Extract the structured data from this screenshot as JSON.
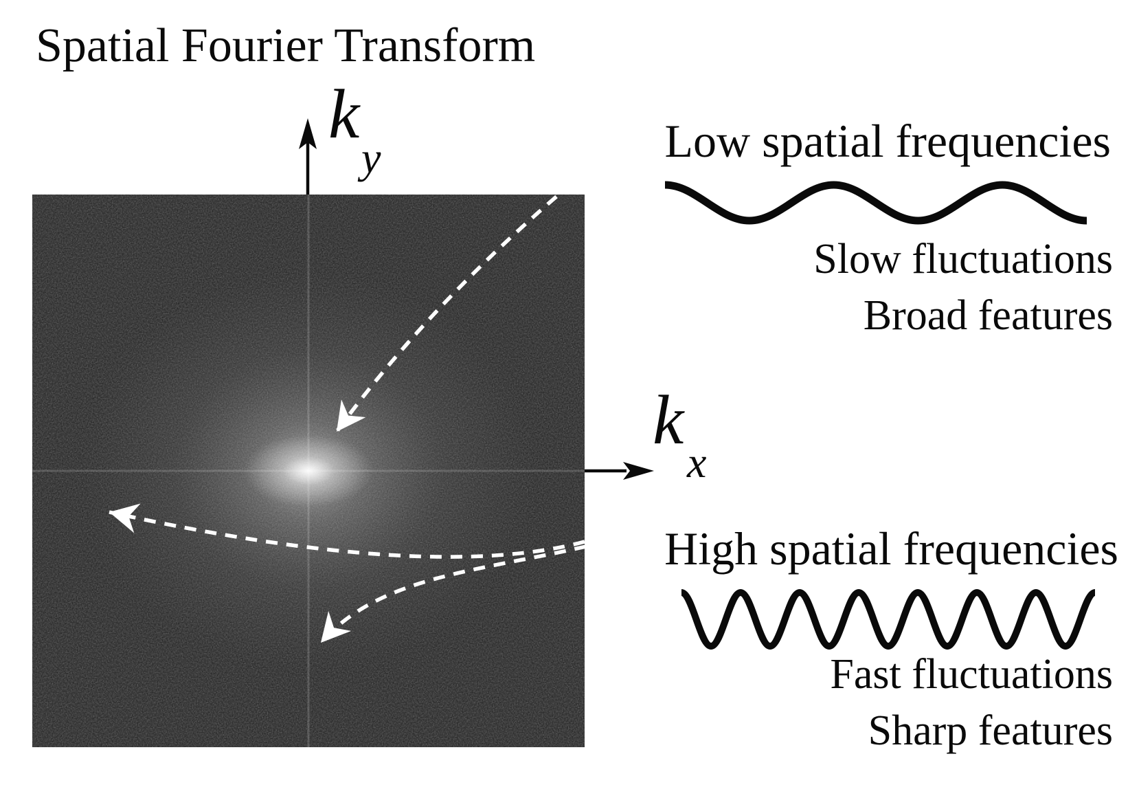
{
  "title": "Spatial Fourier Transform",
  "fft_panel": {
    "x_axis": {
      "symbol": "k",
      "subscript": "x"
    },
    "y_axis": {
      "symbol": "k",
      "subscript": "y"
    }
  },
  "low_frequency_block": {
    "heading": "Low spatial frequencies",
    "caption_line1": "Slow fluctuations",
    "caption_line2": "Broad features"
  },
  "high_frequency_block": {
    "heading": "High spatial frequencies",
    "caption_line1": "Fast fluctuations",
    "caption_line2": "Sharp features"
  },
  "colors": {
    "background": "#ffffff",
    "text": "#000000",
    "fft_base": "#1d1d1d",
    "annotation_arrows": "#ffffff"
  }
}
